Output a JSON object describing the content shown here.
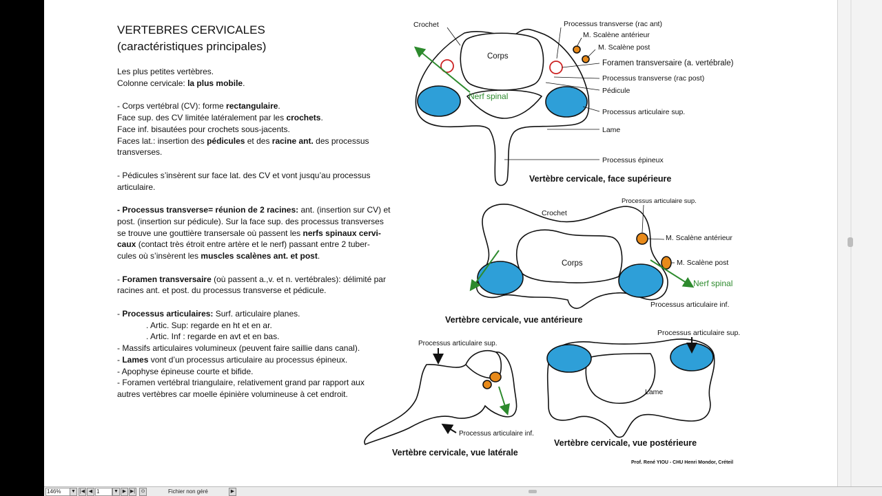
{
  "document": {
    "title": "VERTEBRES CERVICALES",
    "subtitle": "(caractéristiques principales)",
    "lines": [
      [
        "Les plus petites vertèbres."
      ],
      [
        "Colonne cervicale: ",
        "b:la plus mobile",
        "."
      ],
      [],
      [
        "- Corps vertébral (CV): forme ",
        "b:rectangulaire",
        "."
      ],
      [
        "Face sup. des CV limitée latéralement par les ",
        "b:crochets",
        "."
      ],
      [
        "Face inf. bisautées pour crochets sous-jacents."
      ],
      [
        "Faces lat.: insertion des ",
        "b:pédicules",
        " et des ",
        "b:racine ant.",
        " des processus"
      ],
      [
        "transverses."
      ],
      [],
      [
        "- Pédicules s’insèrent sur face lat. des CV et vont jusqu’au processus"
      ],
      [
        "articulaire."
      ],
      [],
      [
        "b:- Processus transverse= réunion de 2 racines:",
        " ant. (insertion sur CV) et"
      ],
      [
        "post. (insertion sur pédicule). Sur la face sup. des processus transverses"
      ],
      [
        "se trouve une gouttière transersale où passent les ",
        "b:nerfs spinaux cervi-"
      ],
      [
        "b:caux",
        " (contact très étroit entre artère et le nerf) passant entre 2 tuber-"
      ],
      [
        "cules où s’insèrent les ",
        "b:muscles scalènes ant. et post",
        "."
      ],
      [],
      [
        "- ",
        "b:Foramen transversaire",
        " (où passent a.,v. et n. vertébrales): délimité par"
      ],
      [
        "racines ant. et post. du processus transverse et pédicule."
      ],
      [],
      [
        "- ",
        "b:Processus articulaires:",
        " Surf. articulaire planes."
      ],
      [
        "i:. Artic. Sup: regarde en ht et en ar."
      ],
      [
        "i:. Artic. Inf : regarde en avt et en bas."
      ],
      [
        "- Massifs articulaires volumineux (peuvent faire saillie dans canal)."
      ],
      [
        "- ",
        "b:Lames",
        " vont d’un processus articulaire au processus épineux."
      ],
      [
        "- Apophyse épineuse courte et bifide."
      ],
      [
        "- Foramen vertébral triangulaire, relativement grand par rapport aux"
      ],
      [
        "autres vertèbres car moelle épinière volumineuse à cet endroit."
      ]
    ],
    "credit": "Prof. René YIOU - CHU Henri Mondor, Créteil"
  },
  "figures": {
    "superior": {
      "caption": "Vertèbre cervicale, face supérieure",
      "labels": {
        "crochet": "Crochet",
        "corps": "Corps",
        "nerf": "Nerf spinal",
        "pt_ant": "Processus transverse (rac ant)",
        "scal_ant": "M. Scalène antérieur",
        "scal_post": "M. Scalène post",
        "foramen": "Foramen transversaire (a. vertébrale)",
        "pt_post": "Processus transverse (rac post)",
        "pedicule": "Pédicule",
        "art_sup": "Processus articulaire sup.",
        "lame": "Lame",
        "epineux": "Processus épineux"
      }
    },
    "anterior": {
      "caption": "Vertèbre cervicale, vue antérieure",
      "labels": {
        "art_sup": "Processus articulaire sup.",
        "crochet": "Crochet",
        "scal_ant": "M. Scalène antérieur",
        "corps": "Corps",
        "scal_post": "M. Scalène post",
        "nerf": "Nerf spinal",
        "art_inf": "Processus articulaire inf."
      }
    },
    "lateral": {
      "caption": "Vertèbre cervicale, vue latérale",
      "labels": {
        "art_sup": "Processus articulaire sup.",
        "art_inf": "Processus articulaire inf."
      }
    },
    "posterior": {
      "caption": "Vertèbre cervicale, vue postérieure",
      "labels": {
        "art_sup": "Processus articulaire sup.",
        "lame": "Lame"
      }
    }
  },
  "colors": {
    "articular": "#2e9fd8",
    "muscle": "#e88a1a",
    "nerve": "#2d8a2d",
    "foramen": "#cc2222"
  },
  "statusbar": {
    "zoom": "146%",
    "page": "1",
    "status": "Fichier non géré",
    "buttons": [
      "▼",
      "|◀",
      "◀",
      "▶",
      "▶|",
      "▼",
      "⊙",
      "▶"
    ]
  }
}
